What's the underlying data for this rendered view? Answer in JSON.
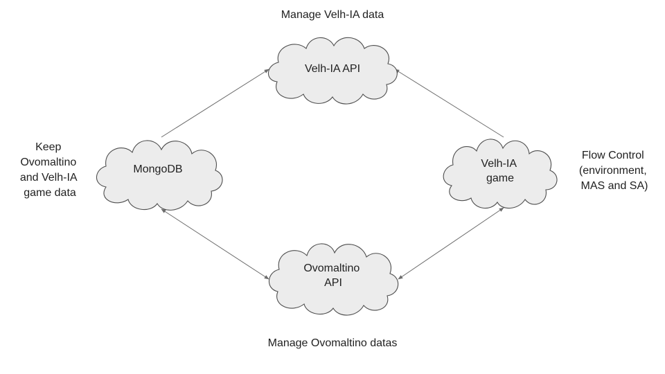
{
  "nodes": {
    "velh_ia_api": {
      "label_lines": [
        "Velh-IA API"
      ]
    },
    "mongodb": {
      "label_lines": [
        "MongoDB"
      ]
    },
    "velh_ia_game": {
      "label_lines": [
        "Velh-IA",
        "game"
      ]
    },
    "ovomaltino_api": {
      "label_lines": [
        "Ovomaltino",
        "API"
      ]
    }
  },
  "annotations": {
    "top": {
      "lines": [
        "Manage Velh-IA data"
      ]
    },
    "bottom": {
      "lines": [
        "Manage Ovomaltino datas"
      ]
    },
    "left": {
      "lines": [
        "Keep",
        "Ovomaltino",
        "and Velh-IA",
        "game data"
      ]
    },
    "right": {
      "lines": [
        "Flow Control",
        "(environment,",
        "MAS and SA)"
      ]
    }
  },
  "edges": [
    {
      "from": "mongodb",
      "to": "velh_ia_api",
      "arrow_start": false,
      "arrow_end": true
    },
    {
      "from": "velh_ia_game",
      "to": "velh_ia_api",
      "arrow_start": false,
      "arrow_end": true
    },
    {
      "from": "mongodb",
      "to": "ovomaltino_api",
      "arrow_start": true,
      "arrow_end": true
    },
    {
      "from": "ovomaltino_api",
      "to": "velh_ia_game",
      "arrow_start": true,
      "arrow_end": true
    }
  ],
  "colors": {
    "cloud_fill": "#ececec",
    "cloud_stroke": "#4d4d4d",
    "arrow": "#6b6b6b",
    "text": "#1f1f1f"
  }
}
